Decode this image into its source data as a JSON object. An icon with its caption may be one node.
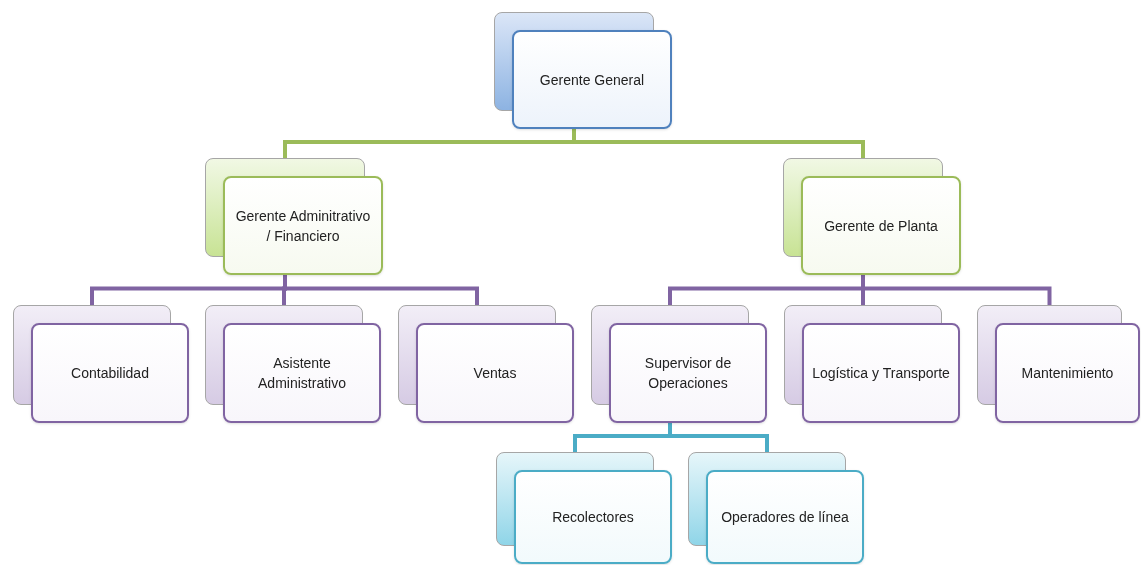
{
  "diagram": {
    "nodes": [
      {
        "text": [
          "Gerente General"
        ]
      },
      {
        "text": [
          "Gerente Adminitrativo / Financiero"
        ]
      },
      {
        "text": [
          "Gerente de Planta"
        ]
      },
      {
        "text": [
          "Contabilidad"
        ]
      },
      {
        "text": [
          "Asistente Administrativo"
        ]
      },
      {
        "text": [
          "Ventas"
        ]
      },
      {
        "text": [
          "Supervisor de Operaciones"
        ]
      },
      {
        "text": [
          "Logística y Transporte"
        ]
      },
      {
        "text": [
          "Mantenimiento"
        ]
      },
      {
        "text": [
          "Recolectores"
        ]
      },
      {
        "text": [
          "Operadores de línea"
        ]
      }
    ],
    "edges": [
      {
        "from": 0,
        "to": 1,
        "arrow": "none",
        "color": "#9bbb59"
      },
      {
        "from": 0,
        "to": 2,
        "arrow": "none",
        "color": "#9bbb59"
      },
      {
        "from": 1,
        "to": 3,
        "arrow": "none"
      },
      {
        "from": 1,
        "to": 4,
        "arrow": "none"
      },
      {
        "from": 1,
        "to": 5,
        "arrow": "none"
      },
      {
        "from": 2,
        "to": 6,
        "arrow": "none"
      },
      {
        "from": 2,
        "to": 7,
        "arrow": "none"
      },
      {
        "from": 2,
        "to": 8,
        "arrow": "none"
      },
      {
        "from": 6,
        "to": 9,
        "arrow": "none",
        "color": "#4bacc6"
      },
      {
        "from": 6,
        "to": 10,
        "arrow": "none",
        "color": "#4bacc6"
      }
    ]
  }
}
